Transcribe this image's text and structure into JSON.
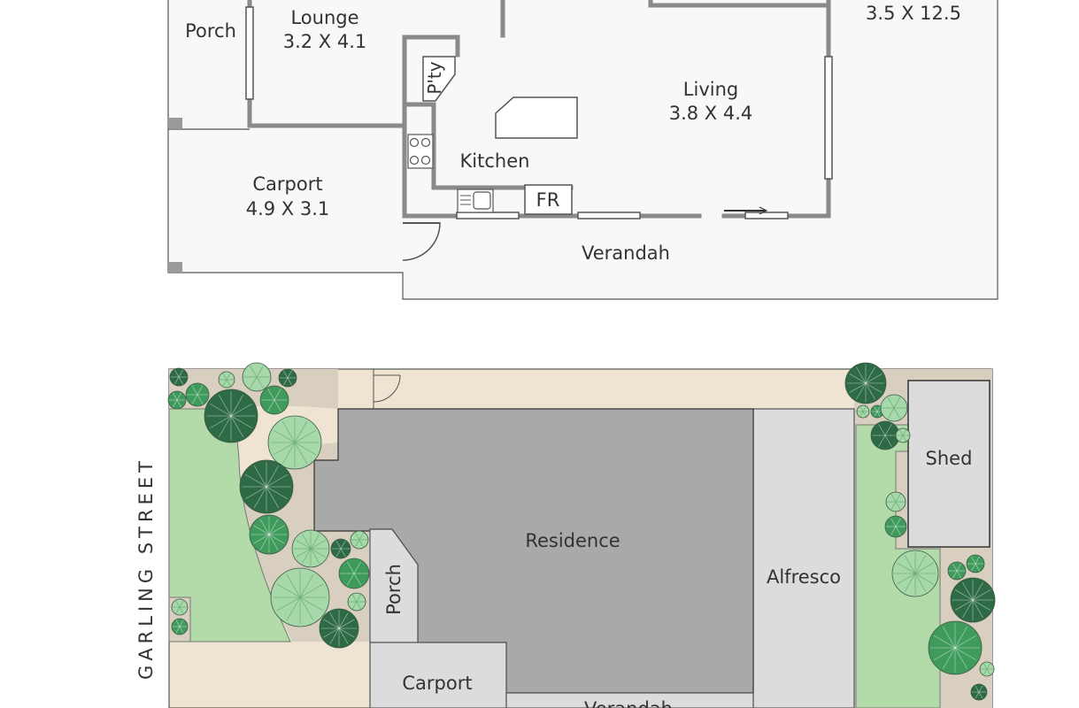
{
  "floorplan": {
    "rooms": {
      "porch": "Porch",
      "lounge": "Lounge",
      "lounge_dims": "3.2 X 4.1",
      "pantry": "P'ty",
      "top_right_dims": "3.5 X 12.5",
      "living": "Living",
      "living_dims": "3.8 X 4.4",
      "kitchen": "Kitchen",
      "fridge": "FR",
      "carport": "Carport",
      "carport_dims": "4.9 X 3.1",
      "verandah": "Verandah"
    }
  },
  "siteplan": {
    "street": "GARLING STREET",
    "residence": "Residence",
    "alfresco": "Alfresco",
    "shed": "Shed",
    "porch": "Porch",
    "carport": "Carport",
    "verandah": "Verandah"
  },
  "colors": {
    "wall": "#8a8a8a",
    "floor": "#f7f8f7",
    "residence": "#a9a9a9",
    "alfresco": "#dcdcdc",
    "paving": "#eee4d1",
    "garden_bed": "#d8cfc0",
    "lawn": "#b3dbaa",
    "tree_light": "#a6d8a9",
    "tree_mid": "#3f9b5c",
    "tree_dark": "#2d6a45"
  }
}
